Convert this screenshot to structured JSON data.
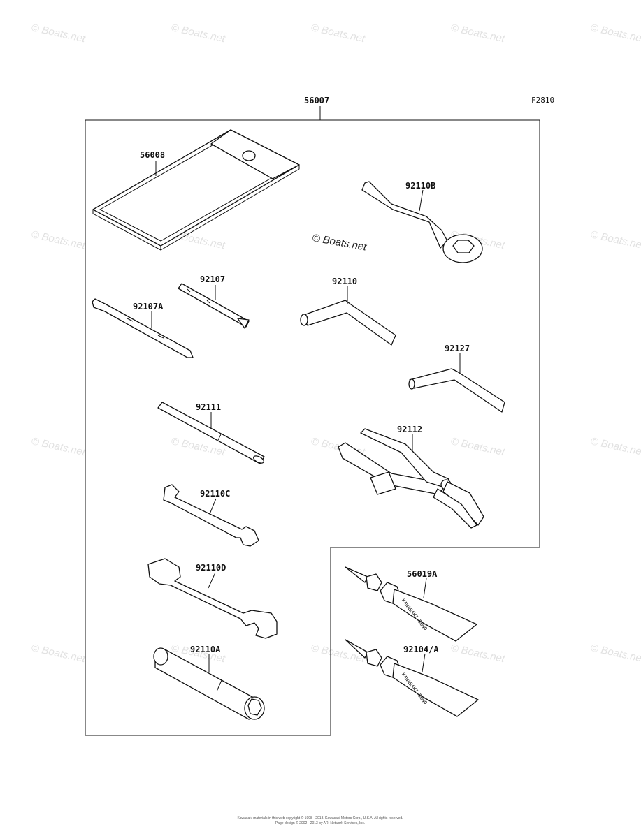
{
  "figure_code": "F2810",
  "parts": {
    "tool_kit": "56007",
    "case": "56008",
    "ring_wrench": "92110B",
    "screwdriver_b": "92107",
    "screwdriver_a": "92107A",
    "hex_key_large": "92110",
    "hex_key_small": "92127",
    "handle_bar": "92111",
    "pliers": "92112",
    "wrench_c": "92110C",
    "wrench_d": "92110D",
    "socket_wrench": "92110A",
    "bond_1": "56019A",
    "bond_2": "92104/A"
  },
  "tube_text": "KAWASAKI BOND",
  "watermark": "© Boats.net",
  "footer": {
    "line1": "Kawasaki materials in this web copyright © 1998 - 2013. Kawasaki Motors Corp., U.S.A. All rights reserved.",
    "line2": "Page design © 2002 - 2013 by ARI Network Services, Inc."
  }
}
